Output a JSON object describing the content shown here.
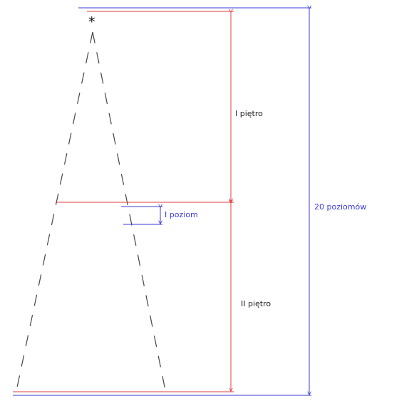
{
  "labels": {
    "apex": "*",
    "floor_1": "I piętro",
    "floor_2": "II piętro",
    "level": "I poziom",
    "total": "20 poziomów"
  },
  "colors": {
    "floor_lines": "#e03c3c",
    "level_lines": "#3a3adc",
    "total_lines": "#3a3adc",
    "tree_dashes": "#444444",
    "text_dark": "#222222",
    "text_blue": "#3a3adc"
  }
}
